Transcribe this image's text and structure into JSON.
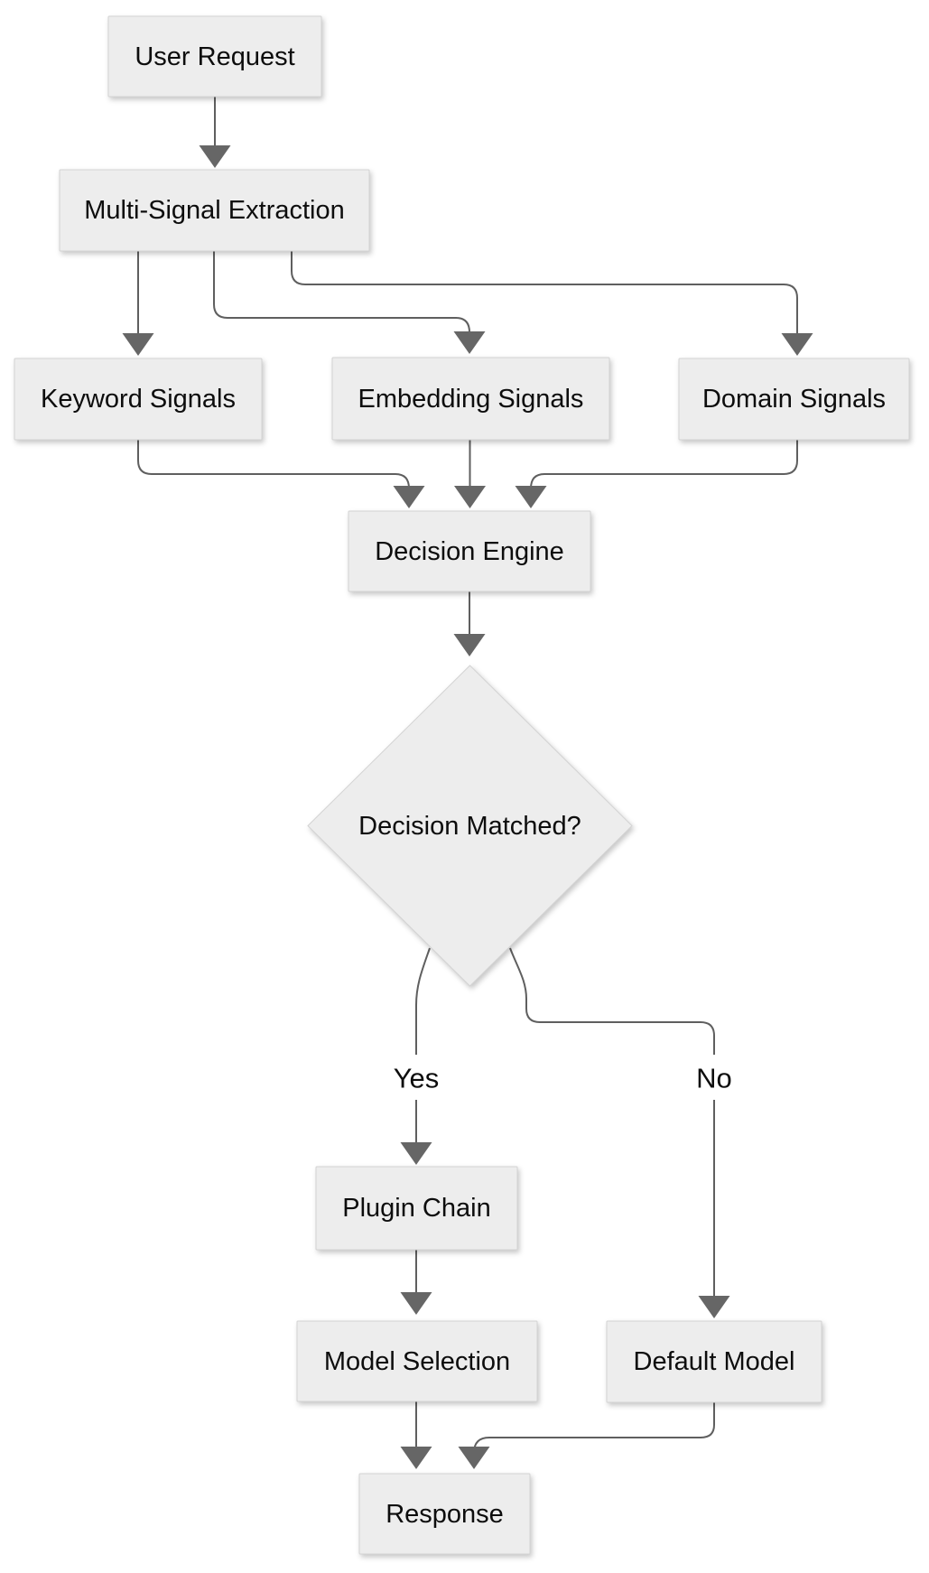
{
  "diagram": {
    "type": "flowchart",
    "direction": "top-down",
    "nodes": [
      {
        "id": "user-request",
        "label": "User Request",
        "shape": "rect"
      },
      {
        "id": "multi-signal-extraction",
        "label": "Multi-Signal Extraction",
        "shape": "rect"
      },
      {
        "id": "keyword-signals",
        "label": "Keyword Signals",
        "shape": "rect"
      },
      {
        "id": "embedding-signals",
        "label": "Embedding Signals",
        "shape": "rect"
      },
      {
        "id": "domain-signals",
        "label": "Domain Signals",
        "shape": "rect"
      },
      {
        "id": "decision-engine",
        "label": "Decision Engine",
        "shape": "rect"
      },
      {
        "id": "decision-matched",
        "label": "Decision Matched?",
        "shape": "diamond"
      },
      {
        "id": "plugin-chain",
        "label": "Plugin Chain",
        "shape": "rect"
      },
      {
        "id": "model-selection",
        "label": "Model Selection",
        "shape": "rect"
      },
      {
        "id": "default-model",
        "label": "Default Model",
        "shape": "rect"
      },
      {
        "id": "response",
        "label": "Response",
        "shape": "rect"
      }
    ],
    "edges": [
      {
        "from": "user-request",
        "to": "multi-signal-extraction",
        "label": ""
      },
      {
        "from": "multi-signal-extraction",
        "to": "keyword-signals",
        "label": ""
      },
      {
        "from": "multi-signal-extraction",
        "to": "embedding-signals",
        "label": ""
      },
      {
        "from": "multi-signal-extraction",
        "to": "domain-signals",
        "label": ""
      },
      {
        "from": "keyword-signals",
        "to": "decision-engine",
        "label": ""
      },
      {
        "from": "embedding-signals",
        "to": "decision-engine",
        "label": ""
      },
      {
        "from": "domain-signals",
        "to": "decision-engine",
        "label": ""
      },
      {
        "from": "decision-engine",
        "to": "decision-matched",
        "label": ""
      },
      {
        "from": "decision-matched",
        "to": "plugin-chain",
        "label": "Yes"
      },
      {
        "from": "decision-matched",
        "to": "default-model",
        "label": "No"
      },
      {
        "from": "plugin-chain",
        "to": "model-selection",
        "label": ""
      },
      {
        "from": "model-selection",
        "to": "response",
        "label": ""
      },
      {
        "from": "default-model",
        "to": "response",
        "label": ""
      }
    ],
    "colors": {
      "background": "#ffffff",
      "node_fill": "#ededed",
      "node_border": "#d3d3d3",
      "edge": "#5f5f5f",
      "arrowhead": "#666666",
      "text": "#0d0d0d"
    }
  }
}
